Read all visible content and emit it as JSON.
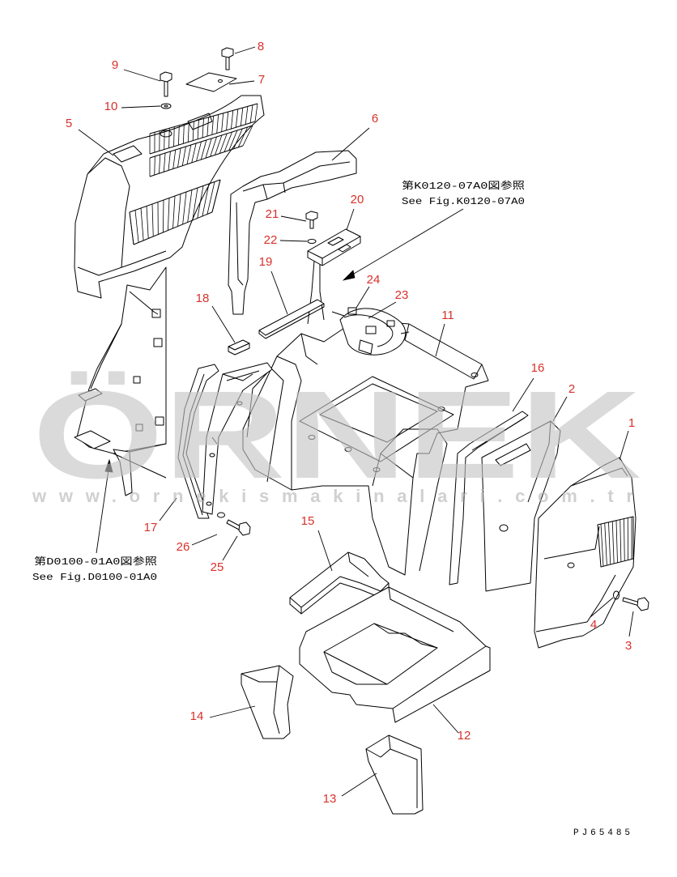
{
  "callouts": [
    "1",
    "2",
    "3",
    "4",
    "5",
    "6",
    "7",
    "8",
    "9",
    "10",
    "11",
    "12",
    "13",
    "14",
    "15",
    "16",
    "17",
    "18",
    "19",
    "20",
    "21",
    "22",
    "23",
    "24",
    "25",
    "26"
  ],
  "references": [
    {
      "jp": "第K0120-07A0図参照",
      "en": "See Fig.K0120-07A0"
    },
    {
      "jp": "第D0100-01A0図参照",
      "en": "See Fig.D0100-01A0"
    }
  ],
  "drawing_code": "PJ65485",
  "watermark": {
    "logo": "ÖRNEK",
    "url": "www.ornekismakinalari.com.tr"
  },
  "colors": {
    "callout": "#d8312b",
    "line": "#000000",
    "watermark": "#c4c4c4",
    "logo_accent": "#e9d44c"
  }
}
